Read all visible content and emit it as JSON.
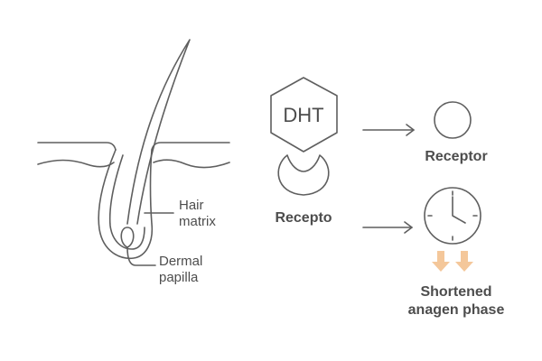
{
  "labels": {
    "hair_matrix_line1": "Hair",
    "hair_matrix_line2": "matrix",
    "dermal_papilla_line1": "Dermal",
    "dermal_papilla_line2": "papilla",
    "dht": "DHT",
    "recepto": "Recepto",
    "receptor": "Receptor",
    "shortened_line1": "Shortened",
    "shortened_line2": "anagen phase"
  },
  "colors": {
    "line": "#5f5f5f",
    "text": "#4d4d4d",
    "arrow_accent": "#f4c79a",
    "background": "#ffffff"
  },
  "icons": {
    "clock": "clock-icon",
    "down_arrows": "down-arrow-icon"
  }
}
